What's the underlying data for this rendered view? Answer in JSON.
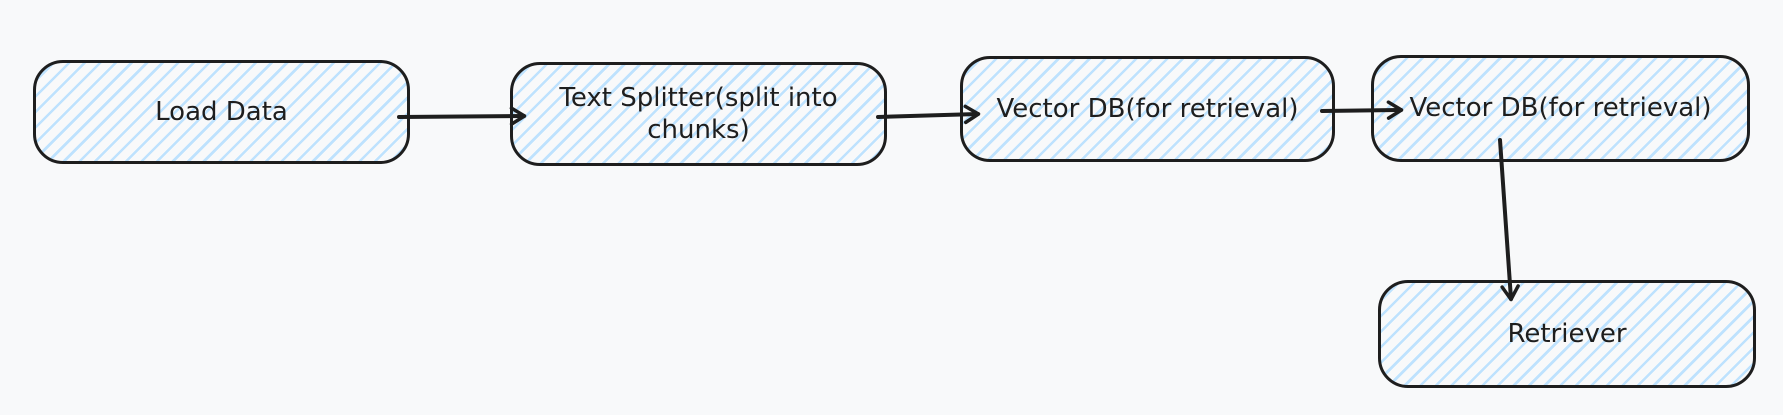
{
  "diagram": {
    "style": "hand-drawn-whiteboard",
    "colors": {
      "canvas_background": "#f8f9fa",
      "stroke": "#1e1e1e",
      "hatch_fill": "#a5d8ff"
    },
    "nodes": [
      {
        "id": "load-data",
        "label": "Load Data"
      },
      {
        "id": "text-splitter",
        "label": "Text Splitter(split into chunks)"
      },
      {
        "id": "vector-db-1",
        "label": "Vector DB(for retrieval)"
      },
      {
        "id": "vector-db-2",
        "label": "Vector DB(for retrieval)"
      },
      {
        "id": "retriever",
        "label": "Retriever"
      }
    ],
    "edges": [
      {
        "from": "load-data",
        "to": "text-splitter",
        "direction": "right"
      },
      {
        "from": "text-splitter",
        "to": "vector-db-1",
        "direction": "right"
      },
      {
        "from": "vector-db-1",
        "to": "vector-db-2",
        "direction": "right"
      },
      {
        "from": "vector-db-2",
        "to": "retriever",
        "direction": "down"
      }
    ]
  }
}
